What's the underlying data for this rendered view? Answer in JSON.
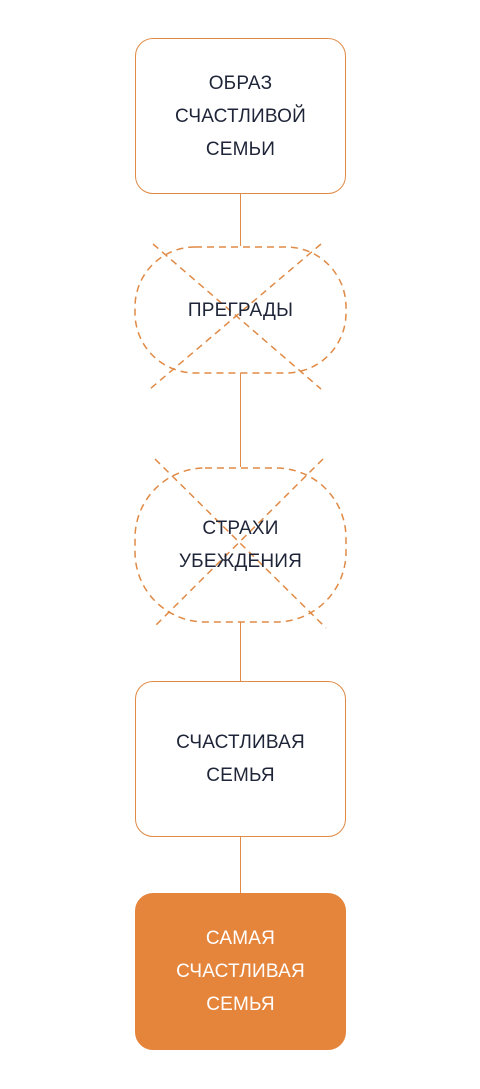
{
  "colors": {
    "accent": "#E08A45",
    "filled": "#E5853C",
    "text_dark": "#1F2538",
    "text_light": "#FFFFFF"
  },
  "nodes": [
    {
      "lines": [
        "ОБРАЗ",
        "СЧАСТЛИВОЙ",
        "СЕМЬИ"
      ],
      "style": "outlined"
    },
    {
      "lines": [
        "ПРЕГРАДЫ"
      ],
      "style": "dashed-crossed"
    },
    {
      "lines": [
        "СТРАХИ",
        "УБЕЖДЕНИЯ"
      ],
      "style": "dashed-crossed"
    },
    {
      "lines": [
        "СЧАСТЛИВАЯ",
        "СЕМЬЯ"
      ],
      "style": "outlined"
    },
    {
      "lines": [
        "САМАЯ",
        "СЧАСТЛИВАЯ",
        "СЕМЬЯ"
      ],
      "style": "filled"
    }
  ]
}
